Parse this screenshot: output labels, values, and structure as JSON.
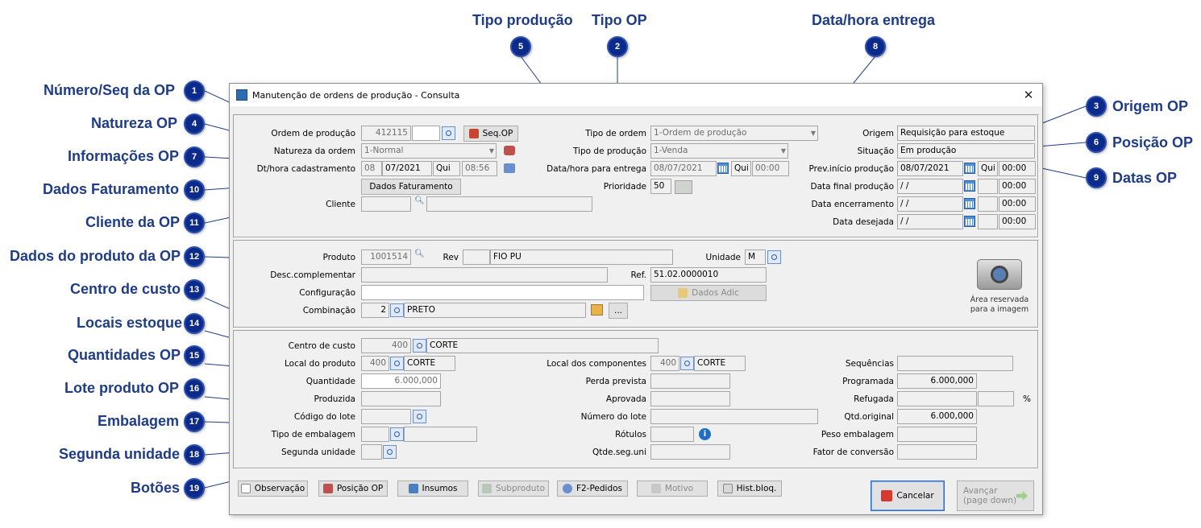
{
  "callouts": [
    {
      "num": "1",
      "label": "Número/Seq da OP"
    },
    {
      "num": "4",
      "label": "Natureza OP"
    },
    {
      "num": "7",
      "label": "Informações OP"
    },
    {
      "num": "10",
      "label": "Dados Faturamento"
    },
    {
      "num": "11",
      "label": "Cliente da OP"
    },
    {
      "num": "12",
      "label": "Dados do produto da OP"
    },
    {
      "num": "13",
      "label": "Centro de custo"
    },
    {
      "num": "14",
      "label": "Locais estoque"
    },
    {
      "num": "15",
      "label": "Quantidades OP"
    },
    {
      "num": "16",
      "label": "Lote produto OP"
    },
    {
      "num": "17",
      "label": "Embalagem"
    },
    {
      "num": "18",
      "label": "Segunda unidade"
    },
    {
      "num": "19",
      "label": "Botões"
    },
    {
      "num": "5",
      "label": "Tipo produção"
    },
    {
      "num": "2",
      "label": "Tipo OP"
    },
    {
      "num": "8",
      "label": "Data/hora entrega"
    },
    {
      "num": "3",
      "label": "Origem OP"
    },
    {
      "num": "6",
      "label": "Posição OP"
    },
    {
      "num": "9",
      "label": "Datas OP"
    }
  ],
  "window": {
    "title": "Manutenção de ordens de produção - Consulta",
    "close": "✕"
  },
  "header": {
    "ordem_label": "Ordem de produção",
    "ordem_value": "412115",
    "ordem_seq": "",
    "seq_btn": "Seq.OP",
    "natureza_label": "Natureza da ordem",
    "natureza_value": "1-Normal",
    "dt_cad_label": "Dt/hora cadastramento",
    "dt_cad_day": "08",
    "dt_cad_date": "07/2021",
    "dt_cad_weekday": "Qui",
    "dt_cad_time": "08:56",
    "dados_fat_btn": "Dados Faturamento",
    "cliente_label": "Cliente",
    "cliente_code": "",
    "cliente_name": "",
    "tipo_ordem_label": "Tipo de ordem",
    "tipo_ordem_value": "1-Ordem de produção",
    "tipo_prod_label": "Tipo de produção",
    "tipo_prod_value": "1-Venda",
    "entrega_label": "Data/hora para entrega",
    "entrega_date": "08/07/2021",
    "entrega_weekday": "Qui",
    "entrega_time": "00:00",
    "prioridade_label": "Prioridade",
    "prioridade_value": "50",
    "origem_label": "Origem",
    "origem_value": "Requisição para estoque",
    "situacao_label": "Situação",
    "situacao_value": "Em produção",
    "prev_ini_label": "Prev.início produção",
    "prev_ini_date": "08/07/2021",
    "prev_ini_weekday": "Qui",
    "prev_ini_time": "00:00",
    "final_label": "Data final produção",
    "final_date": "/ /",
    "final_time": "00:00",
    "encerr_label": "Data encerramento",
    "encerr_date": "/ /",
    "encerr_time": "00:00",
    "desejada_label": "Data desejada",
    "desejada_date": "/ /",
    "desejada_time": "00:00"
  },
  "produto": {
    "produto_label": "Produto",
    "produto_code": "1001514",
    "rev_label": "Rev",
    "rev_value": "",
    "produto_name": "FIO PU",
    "unidade_label": "Unidade",
    "unidade_value": "M",
    "desc_label": "Desc.complementar",
    "desc_value": "",
    "ref_label": "Ref.",
    "ref_value": "51.02.0000010",
    "config_label": "Configuração",
    "config_value": "",
    "dados_adic_btn": "Dados Adic",
    "comb_label": "Combinação",
    "comb_code": "2",
    "comb_name": "PRETO",
    "comb_more": "...",
    "image_caption1": "Área reservada",
    "image_caption2": "para a imagem"
  },
  "quantidades": {
    "cc_label": "Centro de custo",
    "cc_code": "400",
    "cc_name": "CORTE",
    "local_prod_label": "Local do produto",
    "local_prod_code": "400",
    "local_prod_name": "CORTE",
    "local_comp_label": "Local dos componentes",
    "local_comp_code": "400",
    "local_comp_name": "CORTE",
    "sequencias_label": "Sequências",
    "sequencias_value": "",
    "quantidade_label": "Quantidade",
    "quantidade_value": "6.000,000",
    "perda_label": "Perda prevista",
    "perda_value": "",
    "programada_label": "Programada",
    "programada_value": "6.000,000",
    "produzida_label": "Produzida",
    "produzida_value": "",
    "aprovada_label": "Aprovada",
    "aprovada_value": "",
    "refugada_label": "Refugada",
    "refugada_value": "",
    "refugada_pct": "",
    "pct_sign": "%",
    "lote_label": "Código do lote",
    "lote_value": "",
    "num_lote_label": "Número do lote",
    "num_lote_value": "",
    "qtd_orig_label": "Qtd.original",
    "qtd_orig_value": "6.000,000",
    "emb_label": "Tipo de embalagem",
    "emb_code": "",
    "emb_name": "",
    "rotulos_label": "Rótulos",
    "rotulos_value": "",
    "peso_label": "Peso embalagem",
    "peso_value": "",
    "seg_label": "Segunda unidade",
    "seg_value": "",
    "qtde_seg_label": "Qtde.seg.uni",
    "qtde_seg_value": "",
    "fator_label": "Fator de conversão",
    "fator_value": ""
  },
  "buttons": {
    "observacao": "Observação",
    "posicao": "Posição OP",
    "insumos": "Insumos",
    "subproduto": "Subproduto",
    "f2": "F2-Pedidos",
    "motivo": "Motivo",
    "hist": "Hist.bloq.",
    "cancelar": "Cancelar",
    "avancar1": "Avançar",
    "avancar2": "(page down)"
  }
}
